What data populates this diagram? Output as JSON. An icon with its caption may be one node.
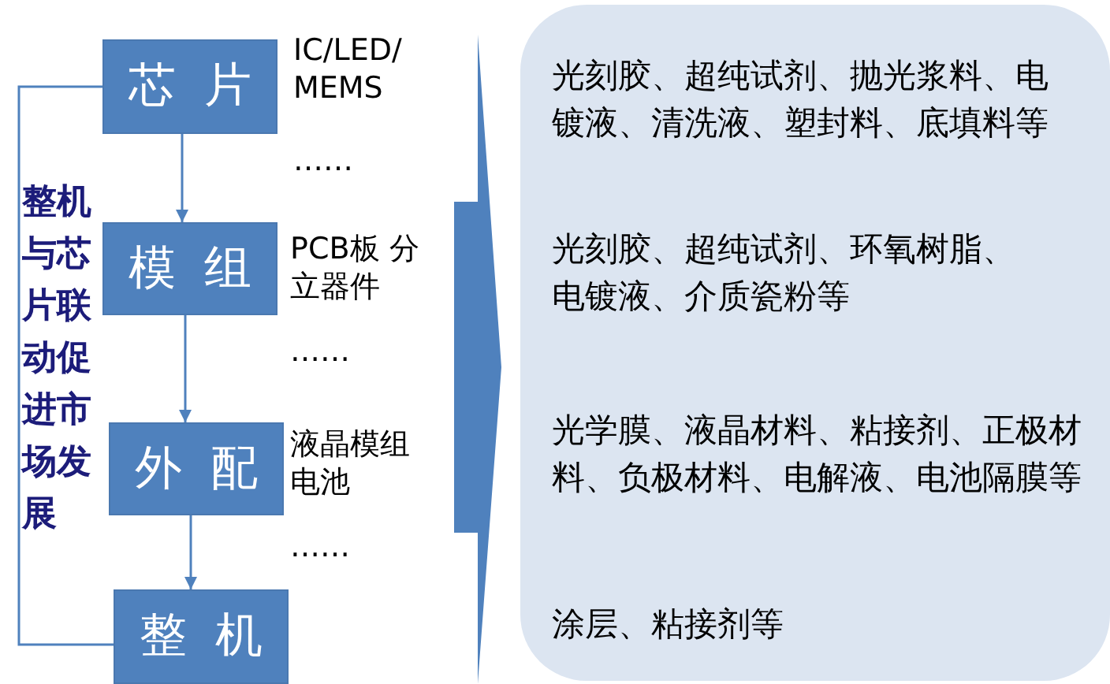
{
  "diagram": {
    "nodes": [
      {
        "text": [
          "芯片"
        ],
        "beside": [
          "IC/LED/ MEMS",
          "……"
        ]
      },
      {
        "text": [
          "模组"
        ],
        "beside": [
          "PCB板 分立器件",
          "……"
        ]
      },
      {
        "text": [
          "外配"
        ],
        "beside": [
          "液晶模组电池",
          "……"
        ]
      },
      {
        "text": [
          "整机"
        ]
      },
      {
        "text": [
          "光刻胶、超纯试剂、抛光浆料、电镀液、清洗液、塑封料、底填料等",
          "光刻胶、超纯试剂、环氧树脂、电镀液、介质瓷粉等",
          "光学膜、液晶材料、粘接剂、正极材料、负极材料、电解液、电池隔膜等",
          "涂层、粘接剂等"
        ]
      }
    ],
    "edges": [
      {
        "from": 0,
        "to": 1,
        "arrow": "to"
      },
      {
        "from": 1,
        "to": 2,
        "arrow": "to"
      },
      {
        "from": 2,
        "to": 3,
        "arrow": "to"
      },
      {
        "from": 0,
        "to": 3,
        "arrow": "none",
        "label": "整机与芯片联动促进市场发展"
      },
      {
        "from": null,
        "to": 4,
        "arrow": "to",
        "style": "thick"
      }
    ]
  }
}
